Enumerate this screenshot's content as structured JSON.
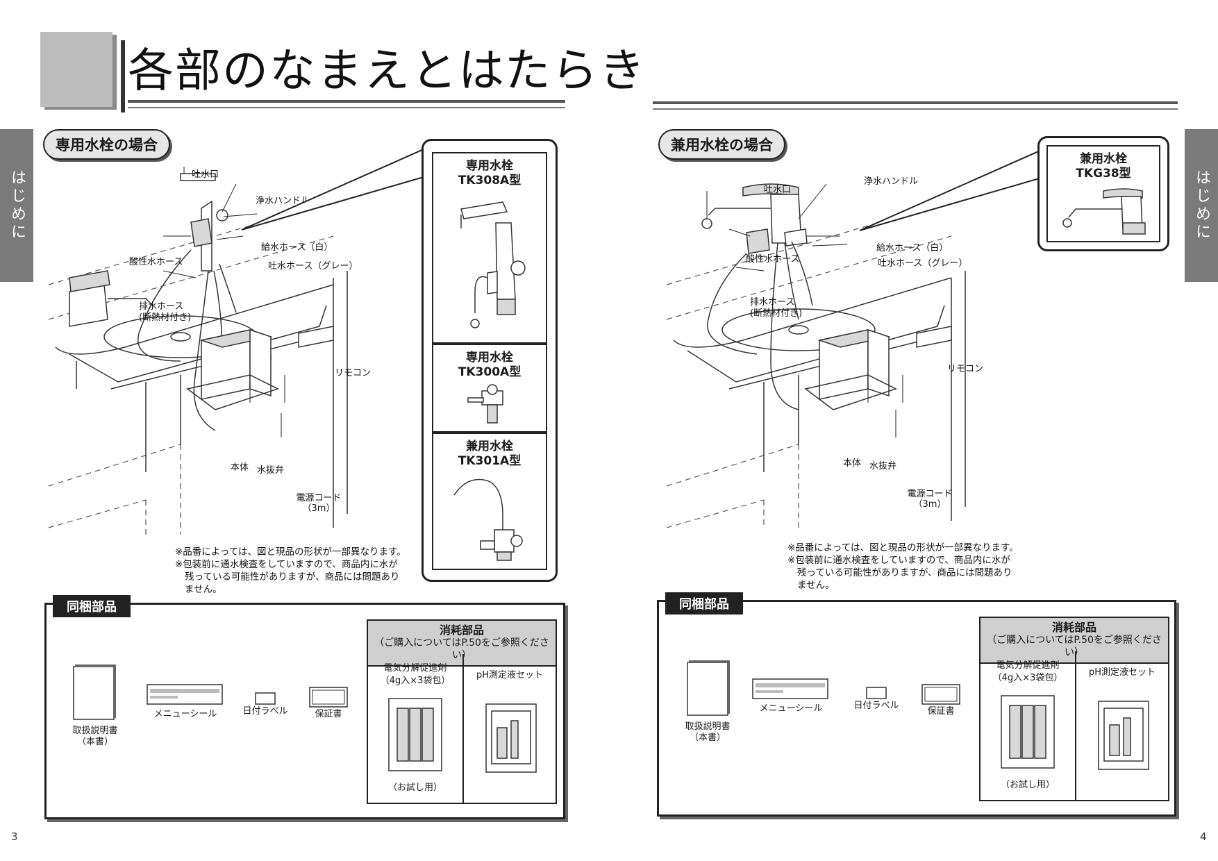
{
  "title": "各部のなまえとはたらき",
  "side_tab": "はじめに",
  "left": {
    "section": "専用水栓の場合",
    "labels": {
      "spout": "吐水口",
      "handle": "浄水ハンドル",
      "supply_hose": "給水ホース（白）",
      "acid_hose": "酸性水ホース",
      "outlet_hose": "吐水ホース（グレー）",
      "drain_hose": "排水ホース",
      "drain_hose_note": "(断熱材付き)",
      "remote": "リモコン",
      "body": "本体",
      "drain_valve": "水抜弁",
      "cord": "電源コード",
      "cord_len": "（3m）"
    },
    "callout": [
      {
        "type": "専用水栓",
        "model": "TK308A型"
      },
      {
        "type": "専用水栓",
        "model": "TK300A型"
      },
      {
        "type": "兼用水栓",
        "model": "TK301A型"
      }
    ],
    "page": "3"
  },
  "right": {
    "section": "兼用水栓の場合",
    "labels": {
      "spout": "吐水口",
      "handle": "浄水ハンドル",
      "supply_hose": "給水ホース（白）",
      "acid_hose": "酸性水ホース",
      "outlet_hose": "吐水ホース（グレー）",
      "drain_hose": "排水ホース",
      "drain_hose_note": "(断熱材付き)",
      "remote": "リモコン",
      "body": "本体",
      "drain_valve": "水抜弁",
      "cord": "電源コード",
      "cord_len": "（3m）"
    },
    "callout": [
      {
        "type": "兼用水栓",
        "model": "TKG38型"
      }
    ],
    "page": "4"
  },
  "notes": [
    "※品番によっては、図と現品の形状が一部異なります。",
    "※包装前に通水検査をしていますので、商品内に水が",
    "残っている可能性がありますが、商品には問題あり",
    "ません。"
  ],
  "included": {
    "title": "同梱部品",
    "items": {
      "manual": "取扱説明書",
      "manual_sub": "（本書）",
      "menu_seal": "メニューシール",
      "date_label": "日付ラベル",
      "warranty": "保証書"
    },
    "consumables": {
      "title": "消耗部品",
      "subtitle": "（ご購入についてはP.50をご参照ください）",
      "electrolysis": "電気分解促進剤",
      "electrolysis_qty": "（4g入×3袋包）",
      "trial": "（お試し用）",
      "ph_kit": "pH測定液セット"
    }
  }
}
